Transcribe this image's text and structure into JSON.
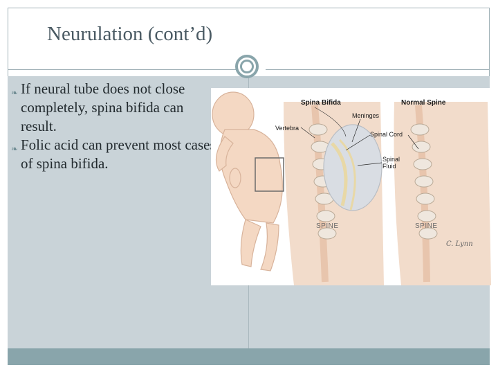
{
  "slide": {
    "title": "Neurulation (cont’d)",
    "bullets": [
      {
        "text": "If neural tube does not close completely, spina bifida can result."
      },
      {
        "text": "Folic acid can prevent most cases of spina bifida."
      }
    ],
    "bullet_icon": "leaf-bullet-icon"
  },
  "figure": {
    "headings": {
      "left": "Spina Bifida",
      "right": "Normal Spine"
    },
    "labels": {
      "meninges": "Meninges",
      "vertebra": "Vertebra",
      "spinal_cord": "Spinal Cord",
      "spinal_fluid_1": "Spinal",
      "spinal_fluid_2": "Fluid"
    },
    "spine_left": "SPINE",
    "spine_right": "SPINE",
    "signature": "C. Lynn"
  },
  "colors": {
    "title": "#4a5a63",
    "panel": "#c9d3d8",
    "accent": "#89a5ab",
    "skin": "#f4d8c3"
  }
}
